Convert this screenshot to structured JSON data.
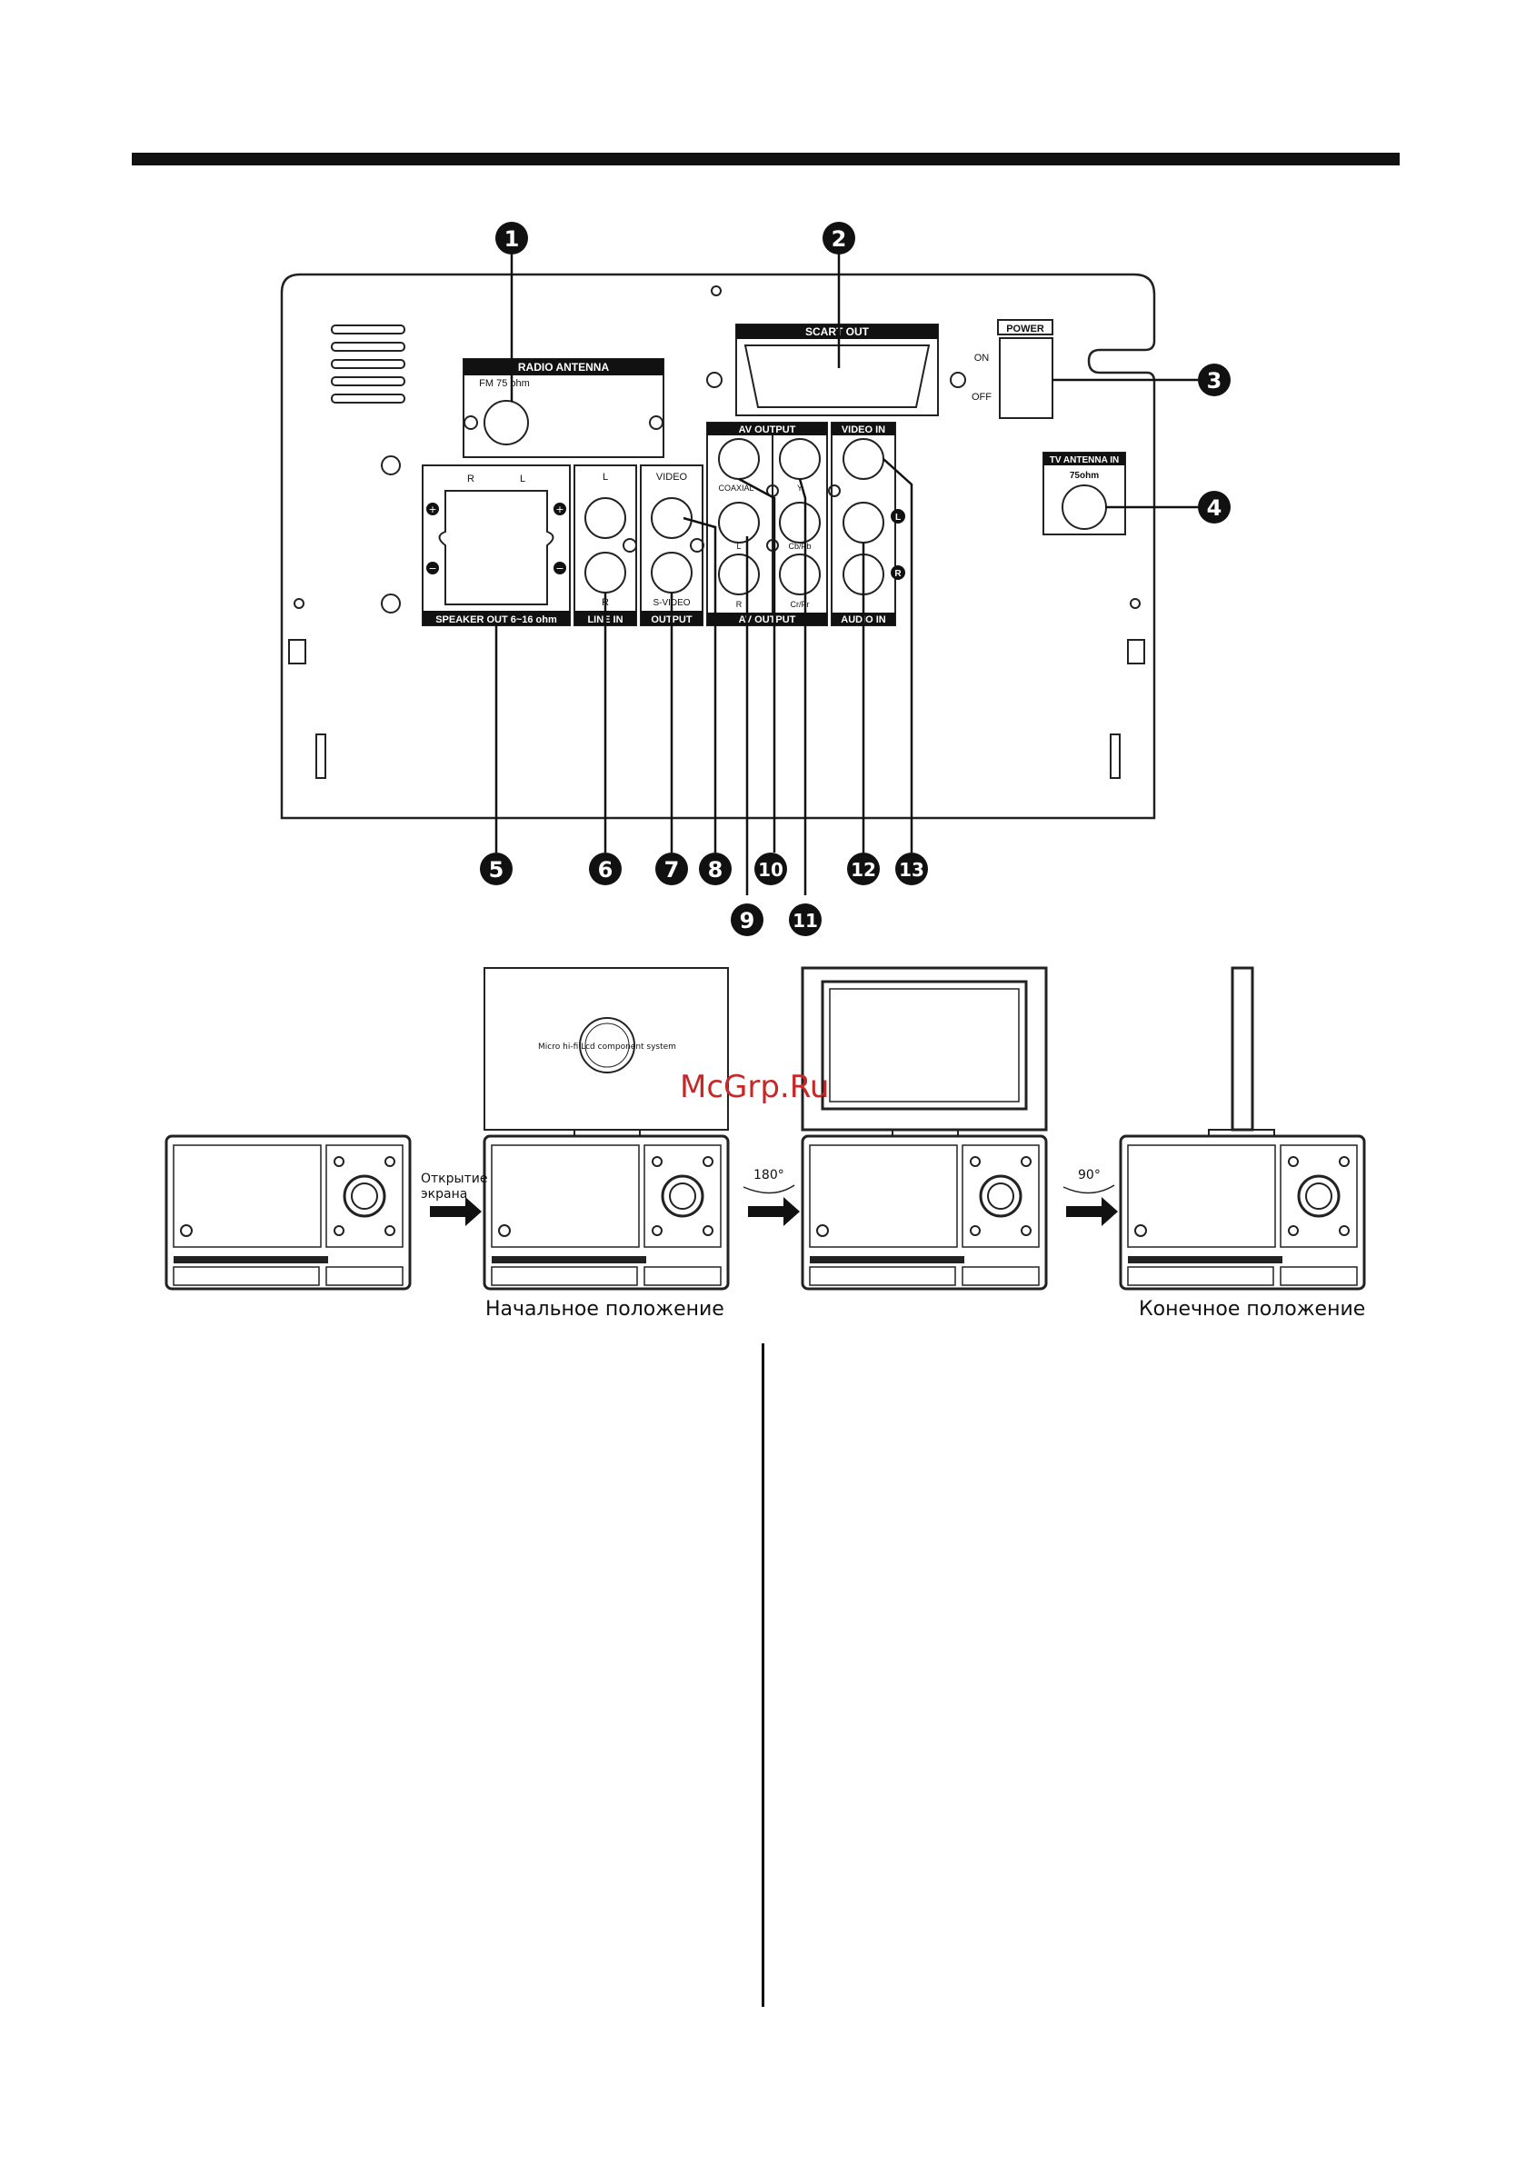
{
  "panel": {
    "radio_antenna": "RADIO ANTENNA",
    "fm_75ohm": "FM 75 ohm",
    "scart_out": "SCART OUT",
    "power": "POWER",
    "on": "ON",
    "off": "OFF",
    "tv_antenna_in": "TV ANTENNA IN",
    "tv_75ohm": "75ohm",
    "speaker_r": "R",
    "speaker_l": "L",
    "speaker_out": "SPEAKER OUT 6~16 ohm",
    "line_l": "L",
    "line_r": "R",
    "line_in": "LINE IN",
    "video": "VIDEO",
    "s_video": "S-VIDEO",
    "output": "OUTPUT",
    "av_output_top": "AV OUTPUT",
    "coaxial": "COAXIAL",
    "av_l": "L",
    "av_r": "R",
    "y": "Y",
    "cb_pb": "Cb/Pb",
    "cr_pr": "Cr/Pr",
    "av_output_bottom": "AV OUTPUT",
    "video_in": "VIDEO IN",
    "audio_in": "AUDIO IN",
    "audio_l": "L",
    "audio_r": "R"
  },
  "callouts": [
    "1",
    "2",
    "3",
    "4",
    "5",
    "6",
    "7",
    "8",
    "9",
    "10",
    "11",
    "12",
    "13"
  ],
  "sequence": {
    "open_screen": "Открытие экрана",
    "open_screen_line1": "Открытие",
    "open_screen_line2": "экрана",
    "rot180": "180°",
    "rot90": "90°",
    "start_position": "Начальное положение",
    "end_position": "Конечное положение",
    "screen_logo_text": "Micro hi-fi Lcd component system"
  },
  "watermark": "McGrp.Ru"
}
